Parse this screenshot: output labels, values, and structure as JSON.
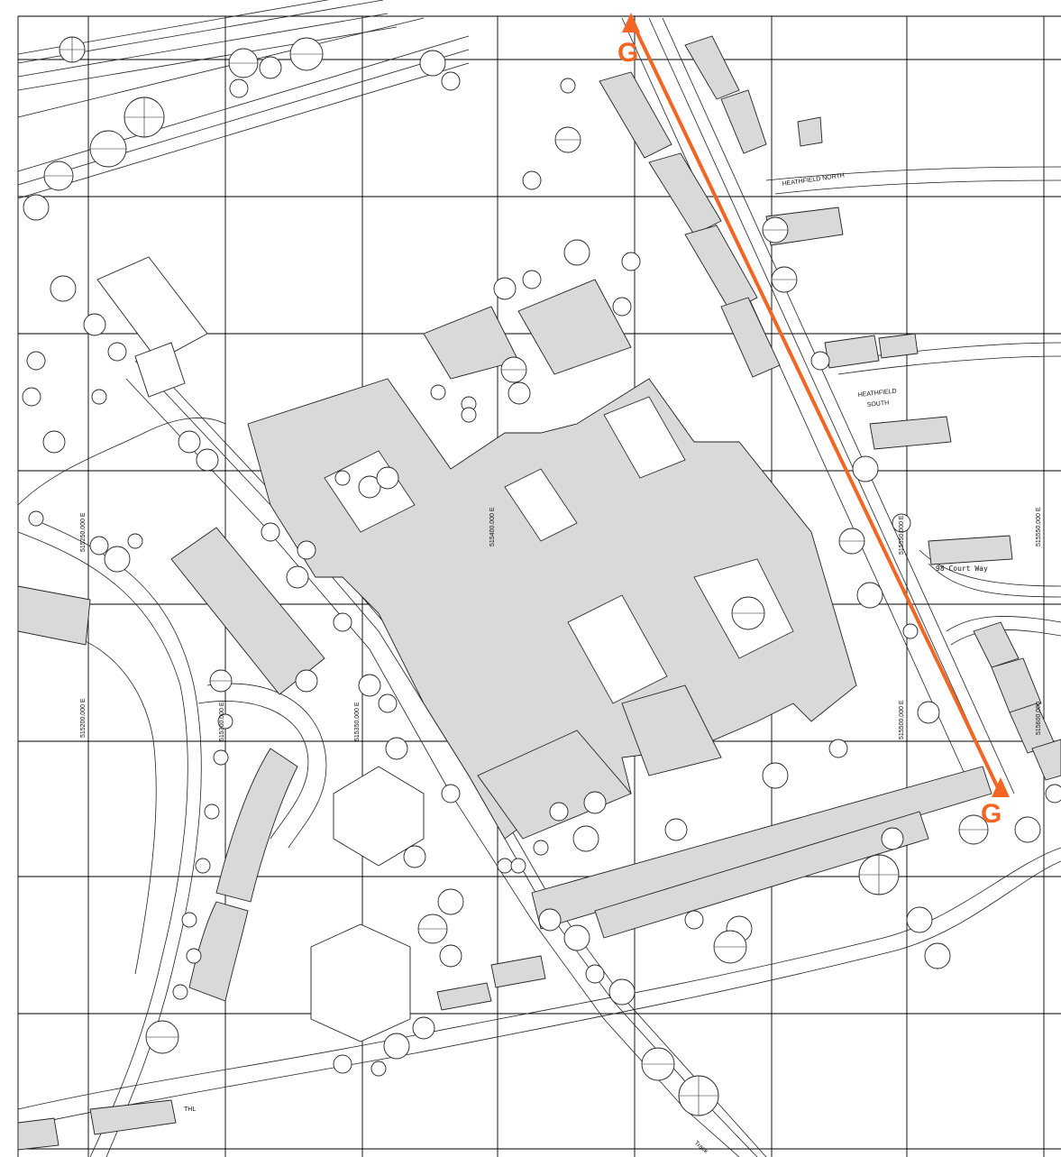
{
  "site_plan": {
    "street_labels": [
      {
        "id": "heathfield-north",
        "text": "HEATHFIELD  NORTH"
      },
      {
        "id": "heathfield",
        "text": "HEATHFIELD"
      },
      {
        "id": "south",
        "text": "SOUTH"
      },
      {
        "id": "court-way",
        "text": "98 Court Way"
      },
      {
        "id": "track",
        "text": "Track"
      },
      {
        "id": "thl",
        "text": "THL"
      }
    ],
    "coordinate_labels": [
      {
        "id": "e-515550-right",
        "text": "515550.000 E"
      },
      {
        "id": "e-515200",
        "text": "515200.000 E"
      },
      {
        "id": "e-515250",
        "text": "515250.000 E"
      },
      {
        "id": "e-515300",
        "text": "515300.000 E"
      },
      {
        "id": "e-515350",
        "text": "515350.000 E"
      },
      {
        "id": "e-515400",
        "text": "515400.000 E"
      },
      {
        "id": "e-515500",
        "text": "515500.000 E"
      },
      {
        "id": "e-515550-center",
        "text": "515550.000 E"
      },
      {
        "id": "e-515600",
        "text": "515600.000"
      }
    ],
    "section_line": {
      "color": "#f26522",
      "start_label": "G",
      "end_label": "G"
    },
    "colors": {
      "building_fill": "#d9d9d9",
      "linework": "#222222",
      "grid": "#000000",
      "section_line": "#f26522"
    }
  }
}
